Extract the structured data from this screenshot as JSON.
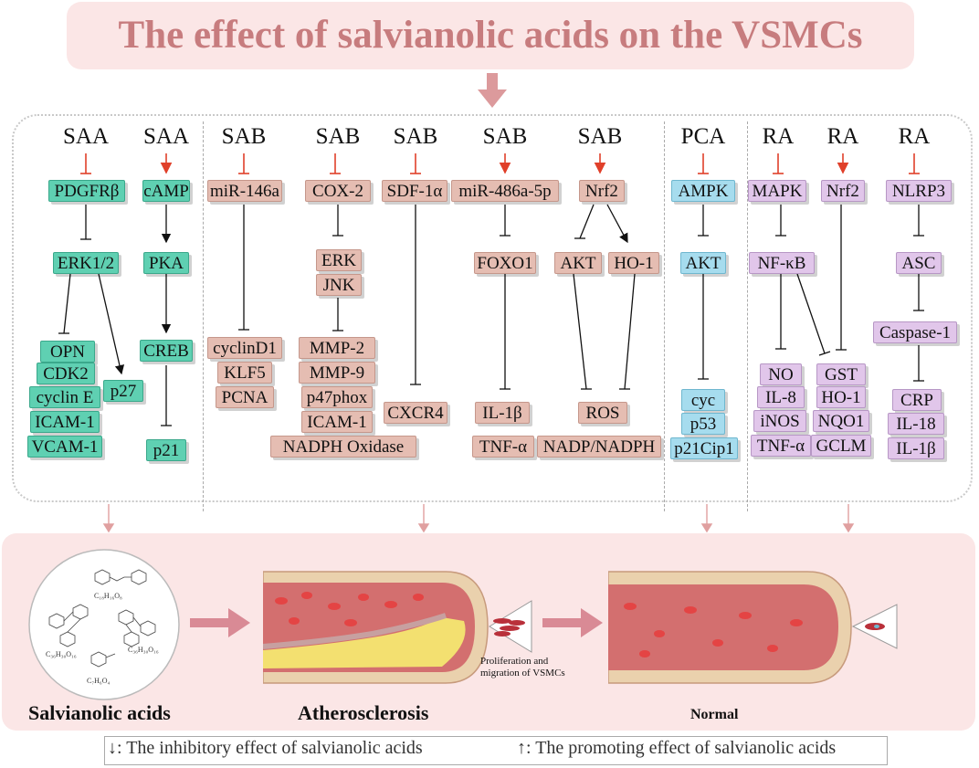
{
  "title": "The effect of salvianolic acids on the VSMCs",
  "drugs": {
    "c1": "SAA",
    "c2": "SAA",
    "c3": "SAB",
    "c4": "SAB",
    "c5": "SAB",
    "c6": "SAB",
    "c7": "SAB",
    "c8": "PCA",
    "c9": "RA",
    "c10": "RA",
    "c11": "RA"
  },
  "nodes": {
    "pdgfrb": "PDGFRβ",
    "erk12": "ERK1/2",
    "opn": "OPN",
    "cdk2": "CDK2",
    "cycline": "cyclin E",
    "p27": "p27",
    "icam1_a": "ICAM-1",
    "vcam1": "VCAM-1",
    "camp": "cAMP",
    "pka": "PKA",
    "creb": "CREB",
    "p21": "p21",
    "mir146a": "miR-146a",
    "cyclind1": "cyclinD1",
    "klf5": "KLF5",
    "pcna": "PCNA",
    "cox2": "COX-2",
    "erk": "ERK",
    "jnk": "JNK",
    "mmp2": "MMP-2",
    "mmp9": "MMP-9",
    "p47phox": "p47phox",
    "icam1_b": "ICAM-1",
    "nadph_oxidase": "NADPH Oxidase",
    "sdf1a": "SDF-1α",
    "cxcr4": "CXCR4",
    "mir486": "miR-486a-5p",
    "foxo1": "FOXO1",
    "il1b_a": "IL-1β",
    "tnfa_a": "TNF-α",
    "nrf2_a": "Nrf2",
    "akt_a": "AKT",
    "ho1_a": "HO-1",
    "ros": "ROS",
    "nadp": "NADP/NADPH",
    "ampk": "AMPK",
    "akt_b": "AKT",
    "cyc": "cyc",
    "p53": "p53",
    "p21cip1": "p21Cip1",
    "mapk": "MAPK",
    "nfkb": "NF-κB",
    "no": "NO",
    "il8": "IL-8",
    "inos": "iNOS",
    "tnfa_b": "TNF-α",
    "nrf2_b": "Nrf2",
    "gst": "GST",
    "ho1_b": "HO-1",
    "nqo1": "NQO1",
    "gclm": "GCLM",
    "nlrp3": "NLRP3",
    "asc": "ASC",
    "caspase1": "Caspase-1",
    "crp": "CRP",
    "il18": "IL-18",
    "il1b_b": "IL-1β"
  },
  "bottom": {
    "salvianolic_label": "Salvianolic acids",
    "athero_label": "Atherosclerosis",
    "normal_label": "Normal",
    "prolif_line1": "Proliferation and",
    "prolif_line2": "migration of VSMCs",
    "formulas": [
      "C₁₈H₁₆O₈",
      "C₃₆H₃₀O₁₆",
      "C₃₆H₃₀O₁₆",
      "C₇H₆O₄"
    ]
  },
  "legend": {
    "inhibit": "↓: The inhibitory effect of salvianolic acids",
    "promote": "↑: The promoting effect of salvianolic acids"
  },
  "colors": {
    "title": "#c77c7e",
    "panel_bg": "#fbe6e6",
    "arrow_red": "#e0402a",
    "green": "#5fd0b2",
    "salmon": "#e5bdb2",
    "blue": "#a6dcee",
    "lavender": "#e1c6ea"
  }
}
